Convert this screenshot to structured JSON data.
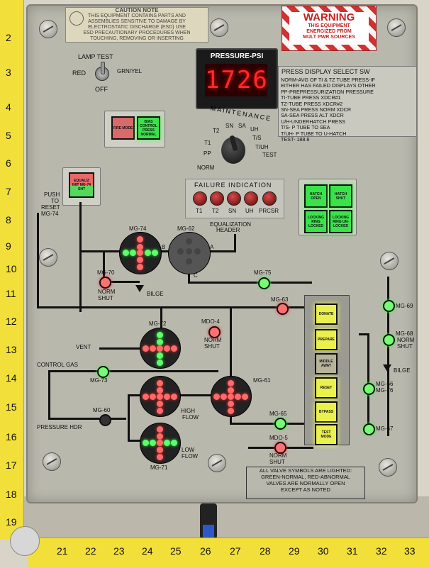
{
  "caution": {
    "title": "CAUTION NOTE",
    "lines": [
      "THIS EQUIPMENT CONTAINS PARTS AND",
      "ASSEMBLIES SENSITIVE TO DAMAGE BY",
      "ELECTROSTATIC DISCHARGE (ESD) USE",
      "ESD PRECAUTIONARY PROCEDURES WHEN",
      "TOUCHING, REMOVING OR INSERTING"
    ]
  },
  "warning": {
    "title": "WARNING",
    "lines": [
      "THIS EQUIPMENT",
      "ENERGIZED FROM",
      "MULT PWR SOURCES"
    ]
  },
  "lamp_test": {
    "title": "LAMP TEST",
    "left": "RED",
    "right": "GRN/YEL",
    "bottom": "OFF"
  },
  "pressure_display": {
    "title": "PRESSURE-PSI",
    "value": "1726"
  },
  "select_panel": {
    "title": "PRESS DISPLAY SELECT SW",
    "lines": [
      "NORM-AVG OF TI & TZ TUBE PRESS-IF",
      "     EITHER HAS FAILED DISPLAYS OTHER",
      "PP-PREPRESSURIZATION PRESSURE",
      "TI-TUBE PRESS XDCR#1",
      "TZ-TUBE PRESS XDCR#2",
      "SN-SEA PRESS NORM XDCR",
      "SA-SEA PRESS ALT XDCR",
      "U/H-UNDERHATCH PRESS",
      "T/S-  P TUBE TO SEA",
      "T/UH-  P TUBE TO U-HATCH",
      "TEST-    188.8"
    ]
  },
  "small_buttons": {
    "bias_red": "FIRE MODE",
    "bias_green": "BIAS CONTROL PRESS NORMAL"
  },
  "maintenance": {
    "title": "MAINTENANCE",
    "positions": [
      "T2",
      "SN",
      "SA",
      "UH",
      "T/S",
      "T1",
      "T/UH",
      "PP",
      "TEST",
      "NORM"
    ]
  },
  "failure": {
    "title": "FAILURE INDICATION",
    "lamps": [
      "T1",
      "T2",
      "SN",
      "UH",
      "PRCSR"
    ]
  },
  "hatch_buttons": [
    "HATCH OPEN",
    "HATCH SHUT",
    "LOCKING RING LOCKED",
    "LOCKING RING UN-LOCKED"
  ],
  "reset_button": {
    "label": "EQUALIZ INIT MG-74 SHT",
    "caption": [
      "PUSH",
      "TO",
      "RESET",
      "MG-74"
    ]
  },
  "valves": {
    "mg74": "MG-74",
    "mg62": "MG-62",
    "mg70": "MG-70",
    "mg75": "MG-75",
    "mg63": "MG-63",
    "mg72": "MG-72",
    "mdo4": "MDO-4",
    "mg73": "MG-73",
    "mg61": "MG-61",
    "mg60": "MG-60",
    "mg65": "MG-65",
    "mdo5": "MDO-5",
    "mg71": "MG-71",
    "mg69": "MG-69",
    "mg68": "MG-68",
    "mg6676": [
      "MG-66",
      "MG-76"
    ],
    "mg67": "MG-67"
  },
  "labels": {
    "norm_shut_1": [
      "NORM",
      "SHUT"
    ],
    "bilge": "BILGE",
    "equalization": [
      "EQUALIZATION",
      "HEADER"
    ],
    "b": "B",
    "a": "A",
    "c": "C",
    "vent": "VENT",
    "control_gas": "CONTROL GAS",
    "pressure_hdr": "PRESSURE HDR",
    "high_flow": [
      "HIGH",
      "FLOW"
    ],
    "low_flow": [
      "LOW",
      "FLOW"
    ],
    "norm_shut_2": [
      "NORM",
      "SHUT"
    ],
    "norm_shut_3": [
      "NORM",
      "SHUT"
    ],
    "norm_shut_4": [
      "NORM",
      "SHUT"
    ],
    "bilge2": "BILGE"
  },
  "sequence_buttons": [
    "DONATE",
    "PREPARE",
    "MIDDLE AWAY",
    "RESET",
    "BYPASS",
    "TEST MODE"
  ],
  "bottom_note": [
    "ALL VALVE SYMBOLS ARE LIGHTED:",
    "GREEN-NORMAL, RED-ABNORMAL",
    "VALVES     ARE NORMALLY OPEN",
    "EXCEPT AS NOTED"
  ],
  "ruler_v": [
    "2",
    "3",
    "4",
    "5",
    "6",
    "7",
    "8",
    "9",
    "10",
    "11",
    "12",
    "13",
    "14",
    "15",
    "16",
    "17",
    "18",
    "19"
  ],
  "ruler_h": [
    "21",
    "22",
    "23",
    "24",
    "25",
    "26",
    "27",
    "28",
    "29",
    "30",
    "31",
    "32",
    "33"
  ]
}
